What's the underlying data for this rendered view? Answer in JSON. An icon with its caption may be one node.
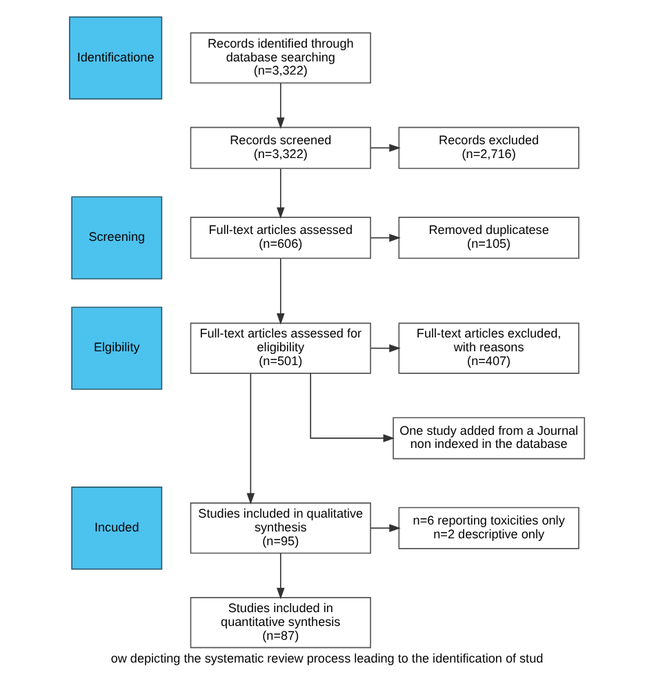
{
  "diagram": {
    "caption": "ow depicting the systematic review process leading to the identification of stud",
    "nodes": [
      {
        "text": [
          "Identificatione"
        ]
      },
      {
        "text": [
          "Records identified through database searching",
          "(n=3,322)"
        ]
      },
      {
        "text": [
          "Records screened",
          "(n=3,322)"
        ]
      },
      {
        "text": [
          "Records excluded",
          "(n=2,716)"
        ]
      },
      {
        "text": [
          "Screening"
        ]
      },
      {
        "text": [
          "Full-text articles assessed",
          "(n=606)"
        ]
      },
      {
        "text": [
          "Removed duplicatese",
          "(n=105)"
        ]
      },
      {
        "text": [
          "Elgibility"
        ]
      },
      {
        "text": [
          "Full-text articles assessed for eligibility",
          "(n=501)"
        ]
      },
      {
        "text": [
          "Full-text articles excluded, with reasons",
          "(n=407)"
        ]
      },
      {
        "text": [
          "One study added from a Journal non indexed in the database"
        ]
      },
      {
        "text": [
          "Incuded"
        ]
      },
      {
        "text": [
          "Studies included in qualitative synthesis",
          "(n=95)"
        ]
      },
      {
        "text": [
          "n=6 reporting toxicities only",
          "n=2 descriptive only"
        ]
      },
      {
        "text": [
          "Studies included in quantitative synthesis",
          "(n=87)"
        ]
      }
    ],
    "edges": [
      {
        "from": 1,
        "to": 2,
        "arrow": "to"
      },
      {
        "from": 2,
        "to": 3,
        "arrow": "to"
      },
      {
        "from": 2,
        "to": 5,
        "arrow": "to"
      },
      {
        "from": 5,
        "to": 6,
        "arrow": "to"
      },
      {
        "from": 5,
        "to": 8,
        "arrow": "to"
      },
      {
        "from": 8,
        "to": 9,
        "arrow": "to"
      },
      {
        "from": 8,
        "to": 10,
        "arrow": "to"
      },
      {
        "from": 8,
        "to": 12,
        "arrow": "to"
      },
      {
        "from": 12,
        "to": 13,
        "arrow": "to"
      },
      {
        "from": 12,
        "to": 14,
        "arrow": "to"
      }
    ]
  }
}
